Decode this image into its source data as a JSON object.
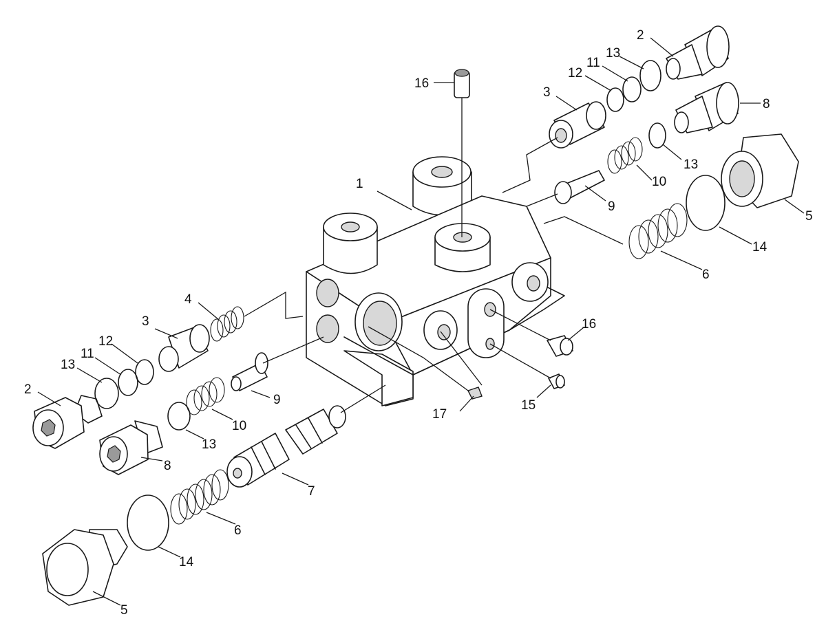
{
  "callouts": {
    "c1": "1",
    "c2_left": "2",
    "c2_right": "2",
    "c3_left": "3",
    "c3_right": "3",
    "c4": "4",
    "c5_left": "5",
    "c5_right": "5",
    "c6_left": "6",
    "c6_right": "6",
    "c7": "7",
    "c8_left": "8",
    "c8_right": "8",
    "c9_left": "9",
    "c9_right": "9",
    "c10_left": "10",
    "c10_right": "10",
    "c11_left": "11",
    "c11_right": "11",
    "c12_left": "12",
    "c12_right": "12",
    "c13_left_a": "13",
    "c13_left_b": "13",
    "c13_right_a": "13",
    "c13_right_b": "13",
    "c14_left": "14",
    "c14_right": "14",
    "c15": "15",
    "c16_top": "16",
    "c16_right": "16",
    "c17": "17"
  }
}
